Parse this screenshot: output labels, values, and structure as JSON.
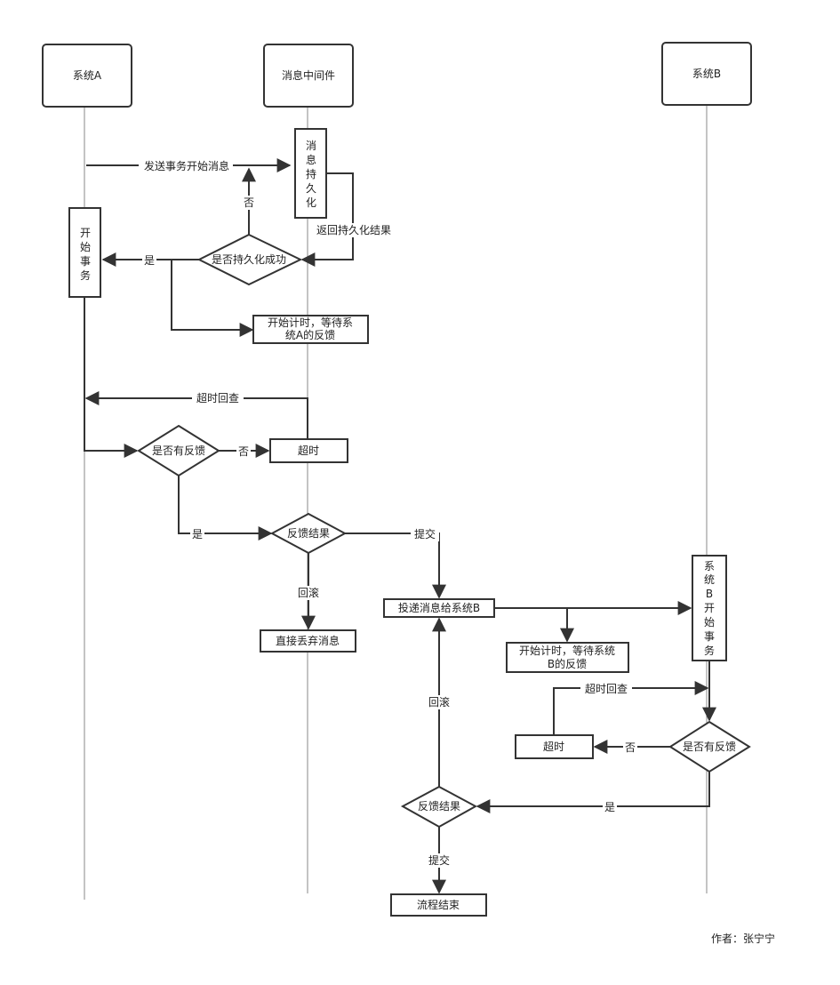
{
  "colors": {
    "line": "#333333",
    "lifeline": "#888888",
    "background": "#ffffff"
  },
  "participants": {
    "a": "系统A",
    "mq": "消息中间件",
    "b": "系统B"
  },
  "nodes": {
    "persist": [
      "消",
      "息",
      "持",
      "久",
      "化"
    ],
    "start_tx_a": [
      "开",
      "始",
      "事",
      "务"
    ],
    "persist_ok": "是否持久化成功",
    "wait_a": [
      "开始计时，等待系",
      "统A的反馈"
    ],
    "timeout_a": "超时",
    "has_feedback_a": "是否有反馈",
    "feedback_result_a": "反馈结果",
    "discard": "直接丢弃消息",
    "deliver": "投递消息给系统B",
    "start_tx_b": [
      "系",
      "统",
      "B",
      "开",
      "始",
      "事",
      "务"
    ],
    "wait_b": [
      "开始计时，等待系统",
      "B的反馈"
    ],
    "timeout_b": "超时",
    "has_feedback_b": "是否有反馈",
    "feedback_result_b": "反馈结果",
    "end": "流程结束"
  },
  "labels": {
    "send_start": "发送事务开始消息",
    "no_1": "否",
    "return_result": "返回持久化结果",
    "yes_1": "是",
    "timeout_callback_a": "超时回查",
    "no_2": "否",
    "yes_2": "是",
    "commit_1": "提交",
    "rollback_1": "回滚",
    "timeout_callback_b": "超时回查",
    "no_3": "否",
    "yes_3": "是",
    "rollback_2": "回滚",
    "commit_2": "提交"
  },
  "author": "作者：张宁宁"
}
